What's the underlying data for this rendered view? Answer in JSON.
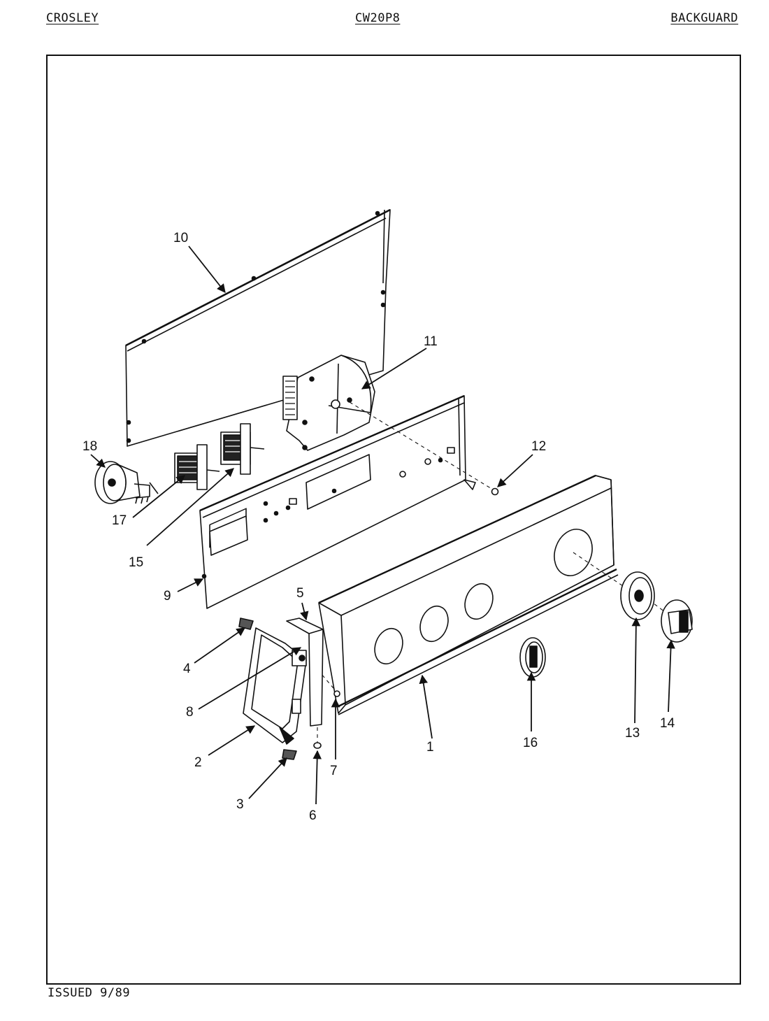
{
  "header": {
    "brand": "CROSLEY",
    "model": "CW20P8",
    "section": "BACKGUARD"
  },
  "footer": {
    "issued": "ISSUED 9/89"
  },
  "callouts": {
    "c1": "1",
    "c2": "2",
    "c3": "3",
    "c4": "4",
    "c5": "5",
    "c6": "6",
    "c7": "7",
    "c8": "8",
    "c9": "9",
    "c10": "10",
    "c11": "11",
    "c12": "12",
    "c13": "13",
    "c14": "14",
    "c15": "15",
    "c16": "16",
    "c17": "17",
    "c18": "18"
  }
}
